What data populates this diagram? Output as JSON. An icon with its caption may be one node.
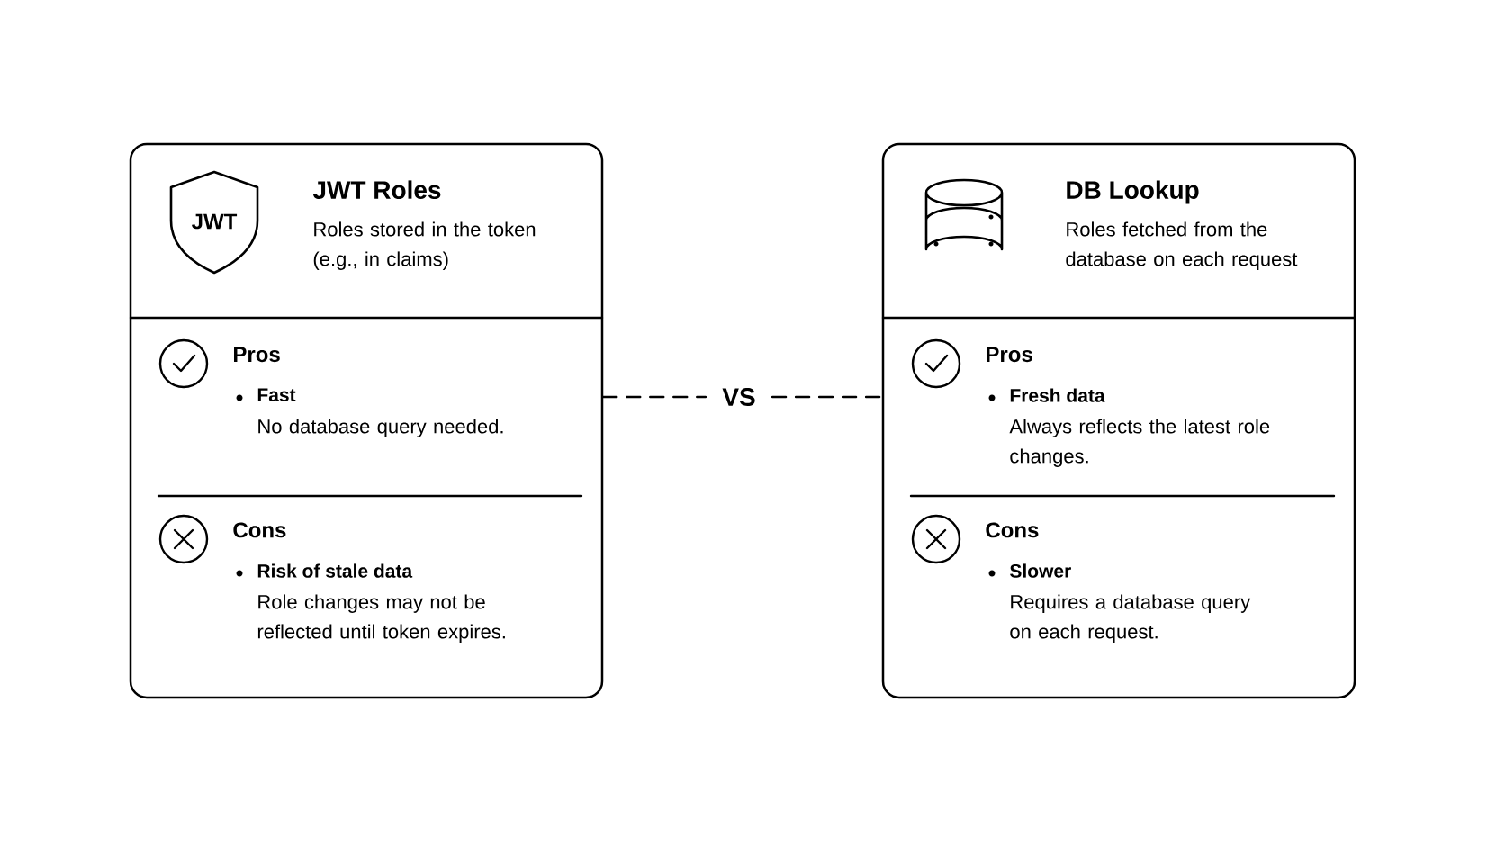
{
  "diagram": {
    "nodes": [
      {
        "text": [
          "JWT Roles",
          "Roles stored in the token (e.g., in claims)"
        ]
      },
      {
        "text": [
          "Pros",
          "Fast",
          "No database query needed."
        ],
        "in": 0
      },
      {
        "text": [
          "Cons",
          "Risk of stale data",
          "Role changes may not be reflected until token expires."
        ],
        "in": 0
      },
      {
        "text": [
          "VS"
        ]
      },
      {
        "text": [
          "DB Lookup",
          "Roles fetched from the database on each request"
        ]
      },
      {
        "text": [
          "Pros",
          "Fresh data",
          "Always reflects the latest role changes."
        ],
        "in": 4
      },
      {
        "text": [
          "Cons",
          "Slower",
          "Requires a database query on each request."
        ],
        "in": 4
      }
    ],
    "edges": [
      {
        "from": 0,
        "to": 3,
        "arrow": "none",
        "style": "dashed"
      },
      {
        "from": 3,
        "to": 4,
        "arrow": "none",
        "style": "dashed"
      }
    ],
    "labels": [
      "JWT"
    ]
  }
}
